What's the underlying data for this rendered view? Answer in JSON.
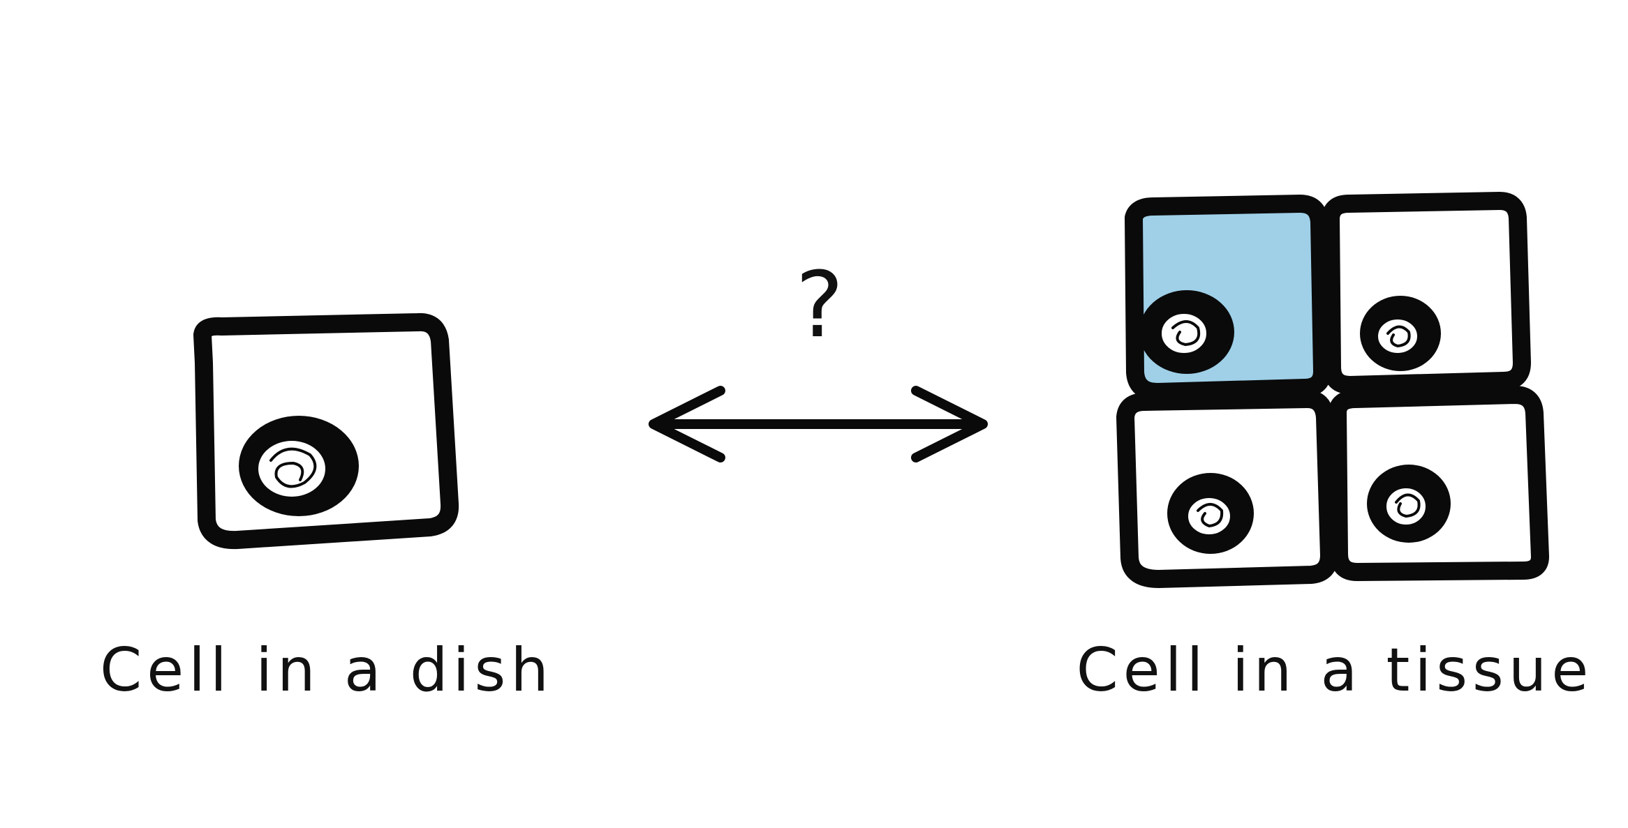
{
  "diagram": {
    "left_caption": "Cell in a dish",
    "right_caption": "Cell in a tissue",
    "connector_symbol": "?",
    "highlight_color": "#9fd0e8",
    "outline_color": "#0a0a0a",
    "background_color": "#ffffff",
    "arrow": "double-headed-arrow"
  }
}
